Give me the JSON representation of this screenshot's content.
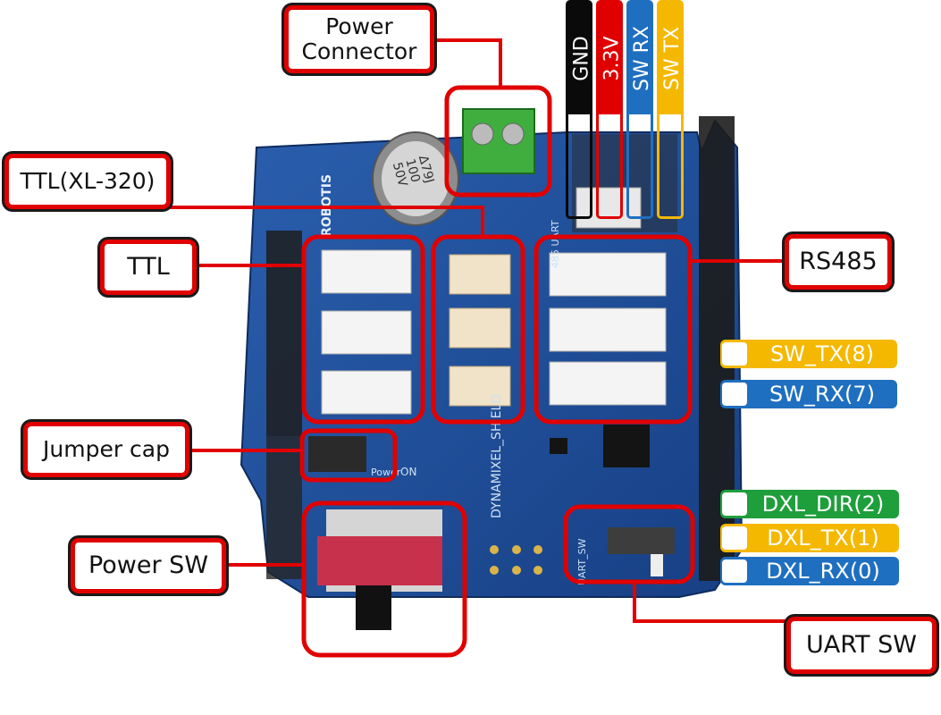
{
  "labels": {
    "power_connector": "Power\nConnector",
    "ttl_xl320": "TTL(XL-320)",
    "ttl": "TTL",
    "rs485": "RS485",
    "jumper_cap": "Jumper cap",
    "power_sw": "Power SW",
    "uart_sw": "UART SW"
  },
  "header_pins": [
    {
      "label": "GND",
      "color": "#0a0a0a",
      "text_color": "#ffffff"
    },
    {
      "label": "3.3V",
      "color": "#e00000",
      "text_color": "#ffffff"
    },
    {
      "label": "SW RX",
      "color": "#1f6fc0",
      "text_color": "#ffffff"
    },
    {
      "label": "SW TX",
      "color": "#f5b800",
      "text_color": "#ffffff"
    }
  ],
  "side_pins": [
    {
      "label": "SW_TX(8)",
      "color": "#f5b800"
    },
    {
      "label": "SW_RX(7)",
      "color": "#1f6fc0"
    },
    {
      "label": "DXL_DIR(2)",
      "color": "#1f9e3c"
    },
    {
      "label": "DXL_TX(1)",
      "color": "#f5b800"
    },
    {
      "label": "DXL_RX(0)",
      "color": "#1f6fc0"
    }
  ],
  "board": {
    "silk_name": "DYNAMIXEL_SHIELD",
    "silk_logo": "ROBOTIS",
    "silk_uart": "485 UART",
    "silk_on": "ON",
    "silk_power": "Power",
    "silk_uart_sw": "UART_SW",
    "cap_text": "Δ79J\n100\n50V"
  },
  "colors": {
    "outline_red": "#e00000",
    "pcb_blue": "#1d4f9a",
    "connector_green": "#3fae3f"
  }
}
